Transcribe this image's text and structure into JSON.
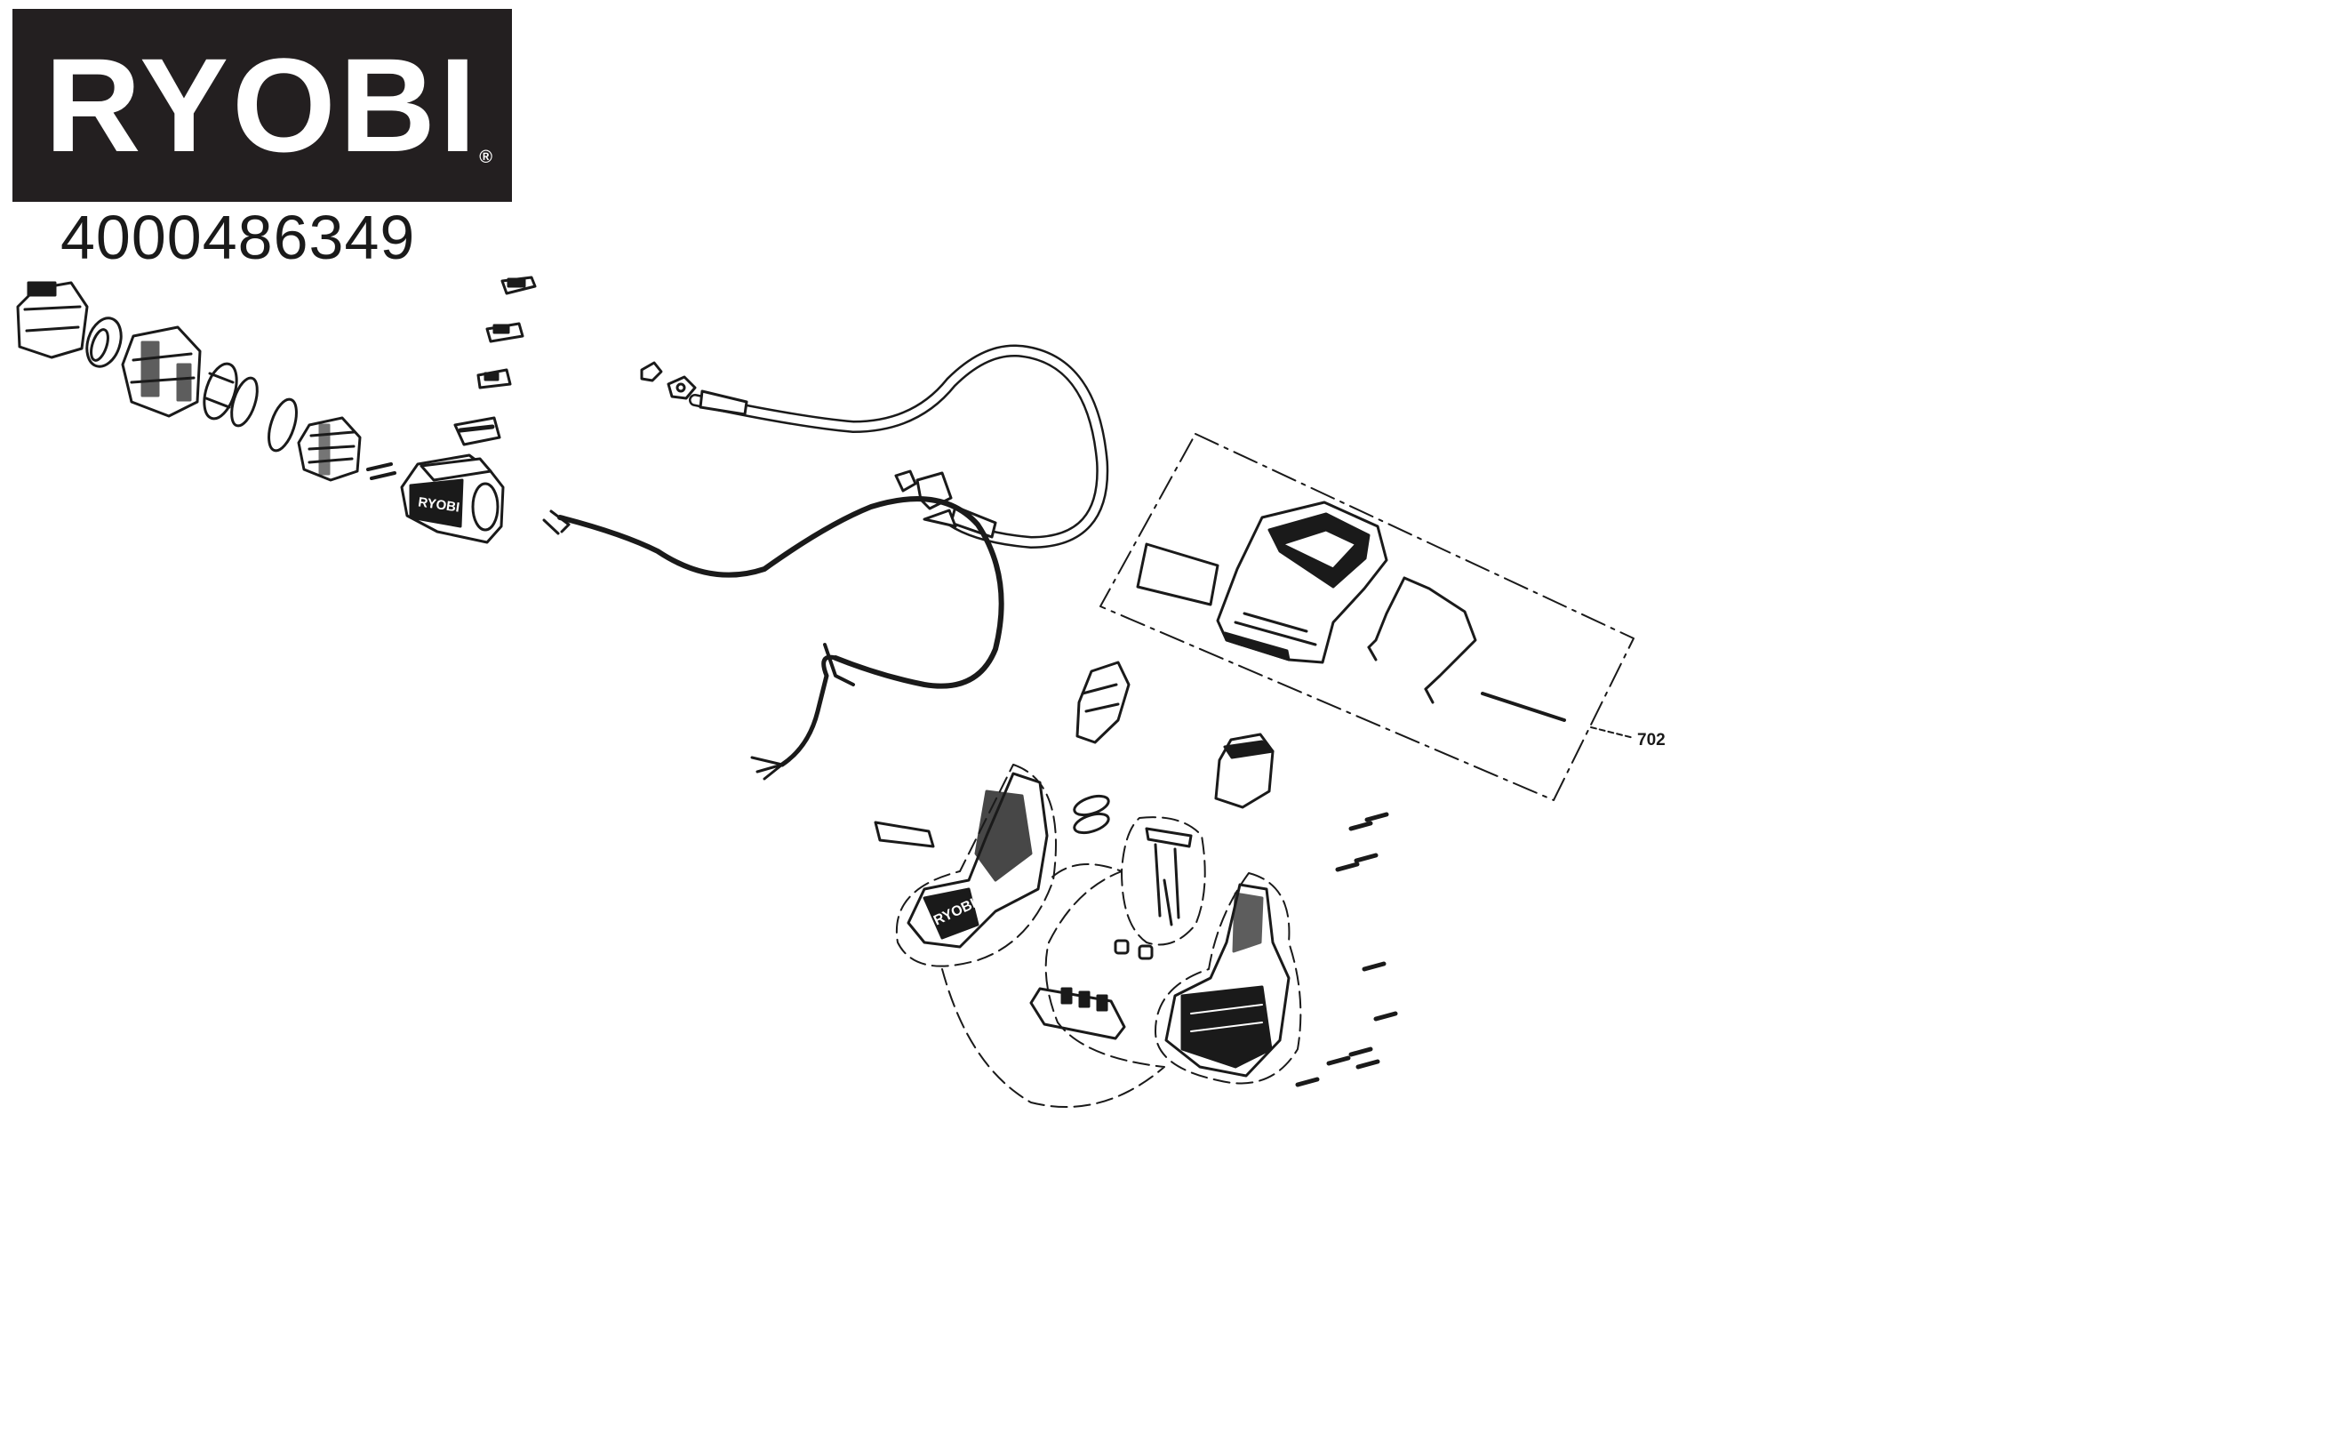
{
  "header": {
    "brand": "RYOBI",
    "brand_mark": "®",
    "part_number": "4000486349"
  },
  "diagram": {
    "callouts": [
      {
        "label": "702"
      }
    ]
  },
  "colors": {
    "logo_bg": "#231f20",
    "logo_fg": "#ffffff",
    "line": "#1a1a1a"
  }
}
